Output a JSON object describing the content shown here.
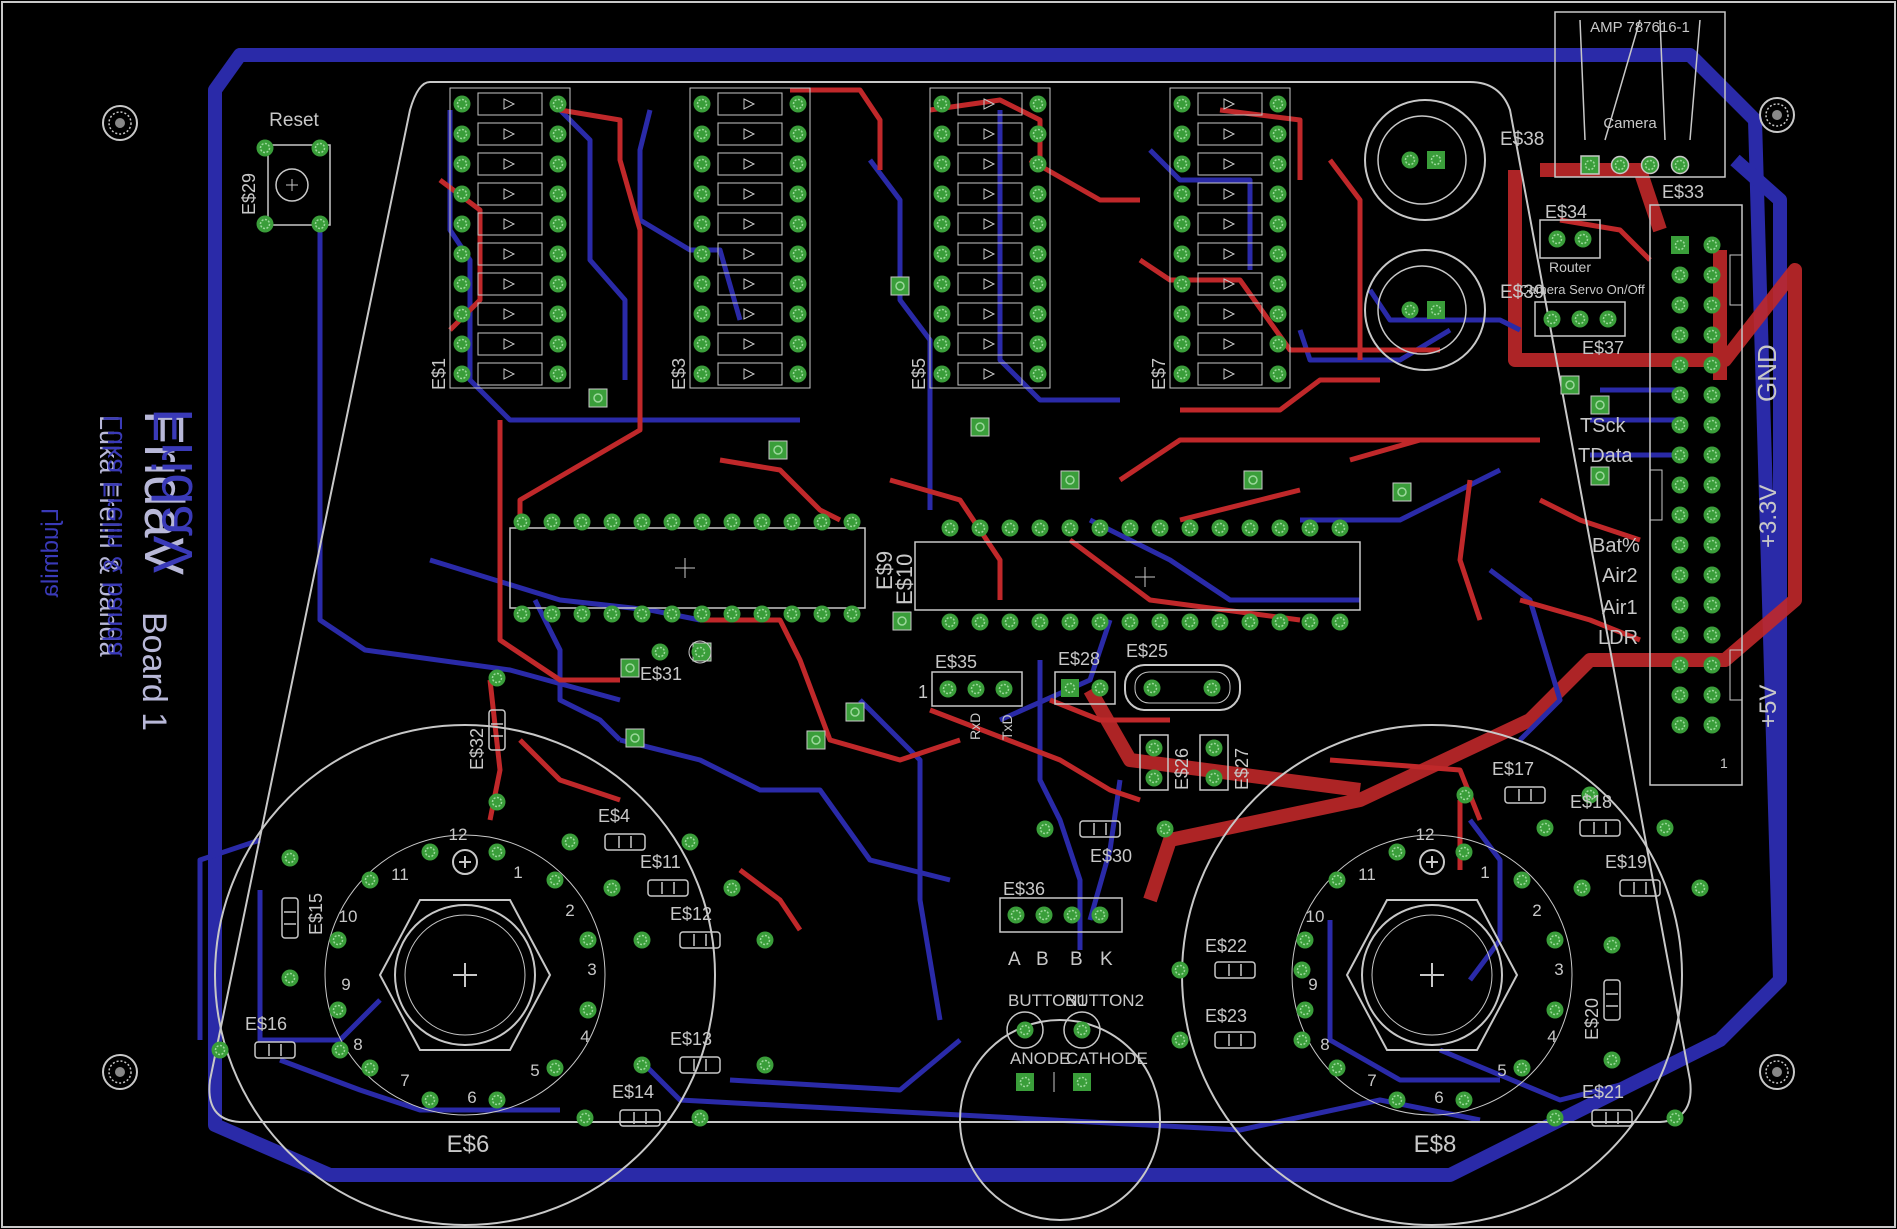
{
  "board": {
    "title": "FridaV",
    "title_mirror": "FridaV",
    "subtitle": "Board 1",
    "authors": "Luka Frelin & banda",
    "authors_mirror": "Luka Frelin & banda",
    "credit": "Ljudmila"
  },
  "colors": {
    "background": "#000000",
    "top_copper": "#c0282a",
    "bottom_copper": "#2a2aa8",
    "silkscreen": "#c8c8c8",
    "pad": "#3a9e3a"
  },
  "labels": {
    "reset": "Reset",
    "amp": "AMP 787616-1",
    "camera": "Camera",
    "router": "Router",
    "camera_servo": "Camera Servo On/Off",
    "gnd": "GND",
    "v33": "+3.3V",
    "v5": "+5V",
    "tsck": "TSck",
    "tdata": "TData",
    "bat": "Bat%",
    "air2": "Air2",
    "air1": "Air1",
    "ldr": "LDR",
    "rxd": "RxD",
    "txd": "TxD",
    "a": "A",
    "b1": "B",
    "b2": "B",
    "k": "K",
    "button1": "BUTTON1",
    "button2": "BUTTON2",
    "anode": "ANODE",
    "cathode": "CATHODE",
    "one": "1"
  },
  "parts": {
    "es1": "E$1",
    "es3": "E$3",
    "es5": "E$5",
    "es7": "E$7",
    "es9": "E$9",
    "es10": "E$10",
    "es4": "E$4",
    "es11": "E$11",
    "es12": "E$12",
    "es13": "E$13",
    "es14": "E$14",
    "es15": "E$15",
    "es16": "E$16",
    "es6": "E$6",
    "es8": "E$8",
    "es17": "E$17",
    "es18": "E$18",
    "es19": "E$19",
    "es20": "E$20",
    "es21": "E$21",
    "es22": "E$22",
    "es23": "E$23",
    "es25": "E$25",
    "es26": "E$26",
    "es27": "E$27",
    "es28": "E$28",
    "es29": "E$29",
    "es30": "E$30",
    "es31": "E$31",
    "es32": "E$32",
    "es33": "E$33",
    "es34": "E$34",
    "es35": "E$35",
    "es36": "E$36",
    "es37": "E$37",
    "es38": "E$38",
    "es39": "E$39"
  },
  "switch_numbers": [
    "1",
    "2",
    "3",
    "4",
    "5",
    "6",
    "7",
    "8",
    "9",
    "10",
    "11",
    "12"
  ]
}
